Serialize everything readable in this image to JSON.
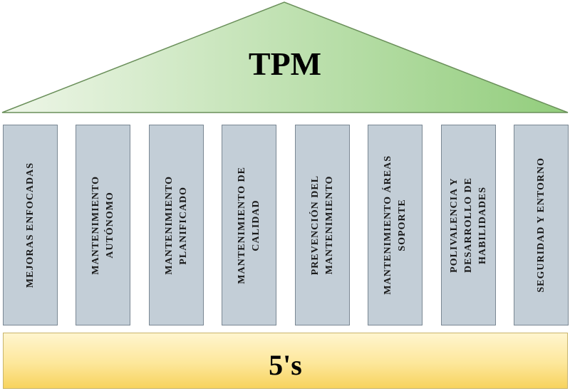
{
  "roof": {
    "title": "TPM",
    "colors": {
      "light": "#eaf4e2",
      "dark": "#92cd7c",
      "stroke": "#6a8f5a"
    }
  },
  "pillars": [
    {
      "label": "MEJORAS ENFOCADAS"
    },
    {
      "label": "MANTENIMIENTO\nAUTÓNOMO"
    },
    {
      "label": "MANTENIMIENTO\nPLANIFICADO"
    },
    {
      "label": "MANTENIMIENTO DE\nCALIDAD"
    },
    {
      "label": "PREVENCIÓN DEL\nMANTENIMIENTO"
    },
    {
      "label": "MANTENIMIENTO ÁREAS\nSOPORTE"
    },
    {
      "label": "POLIVALENCIA Y\nDESARROLLO DE\nHABILIDADES"
    },
    {
      "label": "SEGURIDAD Y ENTORNO"
    }
  ],
  "pillar_color": "#c3ced7",
  "base": {
    "label": "5's",
    "color": "#fde79a"
  }
}
